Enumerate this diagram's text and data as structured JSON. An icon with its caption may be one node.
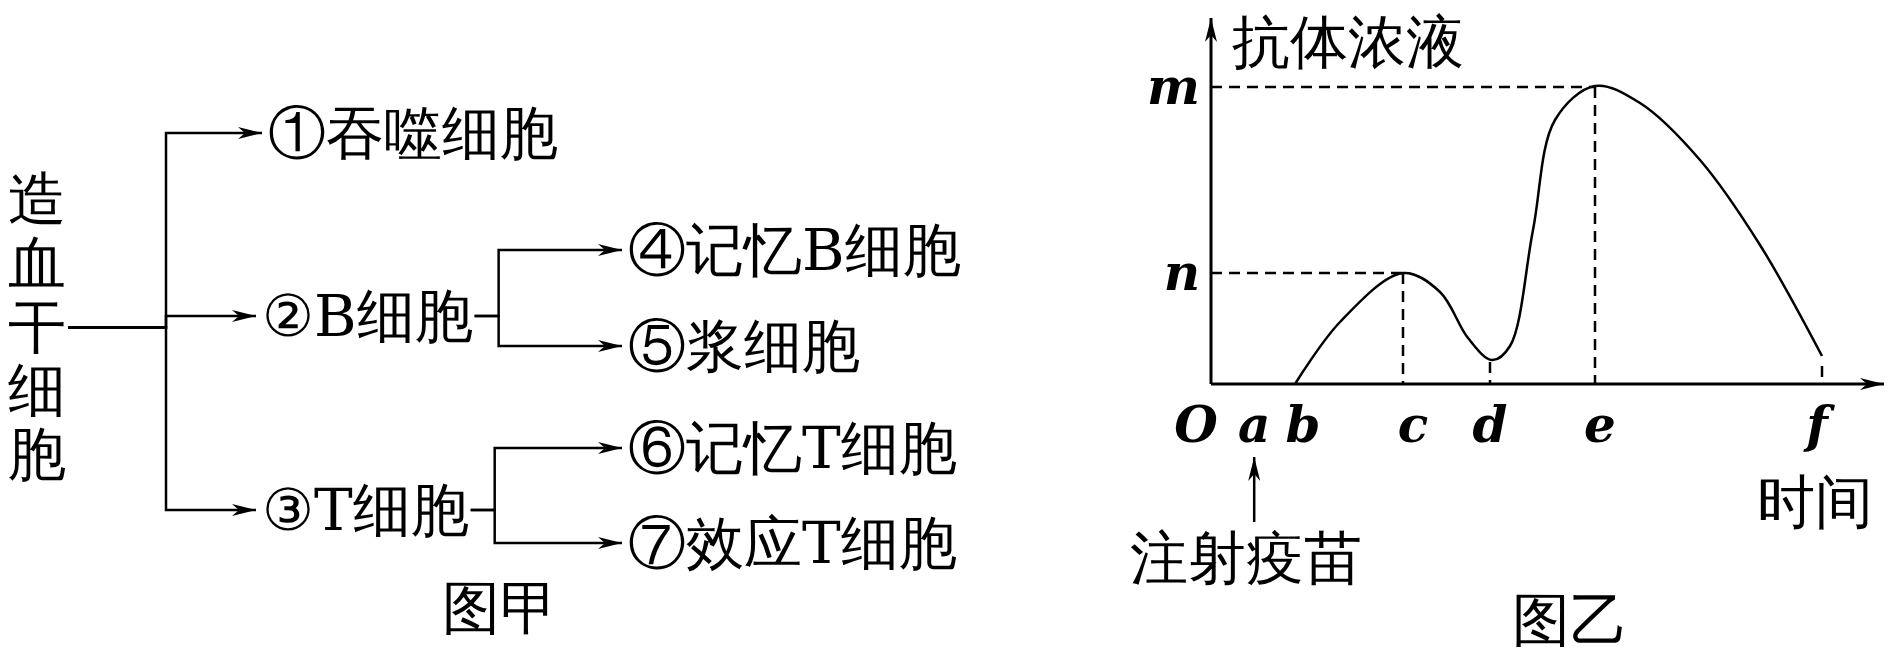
{
  "diagram": {
    "nodes": [
      {
        "text": [
          "造血干细胞"
        ]
      },
      {
        "text": [
          "①吞噬细胞"
        ]
      },
      {
        "text": [
          "②B细胞"
        ]
      },
      {
        "text": [
          "③T细胞"
        ]
      },
      {
        "text": [
          "④记忆B细胞"
        ]
      },
      {
        "text": [
          "⑤浆细胞"
        ]
      },
      {
        "text": [
          "⑥记忆T细胞"
        ]
      },
      {
        "text": [
          "⑦效应T细胞"
        ]
      },
      {
        "text": [
          "a"
        ]
      },
      {
        "text": [
          "注射疫苗"
        ]
      }
    ],
    "edges": [
      {
        "from": 0,
        "to": 1,
        "arrow": "to"
      },
      {
        "from": 0,
        "to": 2,
        "arrow": "to"
      },
      {
        "from": 0,
        "to": 3,
        "arrow": "to"
      },
      {
        "from": 2,
        "to": 4,
        "arrow": "to"
      },
      {
        "from": 2,
        "to": 5,
        "arrow": "to"
      },
      {
        "from": 3,
        "to": 6,
        "arrow": "to"
      },
      {
        "from": 3,
        "to": 7,
        "arrow": "to"
      },
      {
        "from": 9,
        "to": 8,
        "arrow": "to"
      }
    ],
    "labels": [
      "图甲",
      "抗体浓液",
      "m",
      "n",
      "O",
      "b",
      "c",
      "d",
      "e",
      "f",
      "时间",
      "图乙"
    ]
  }
}
